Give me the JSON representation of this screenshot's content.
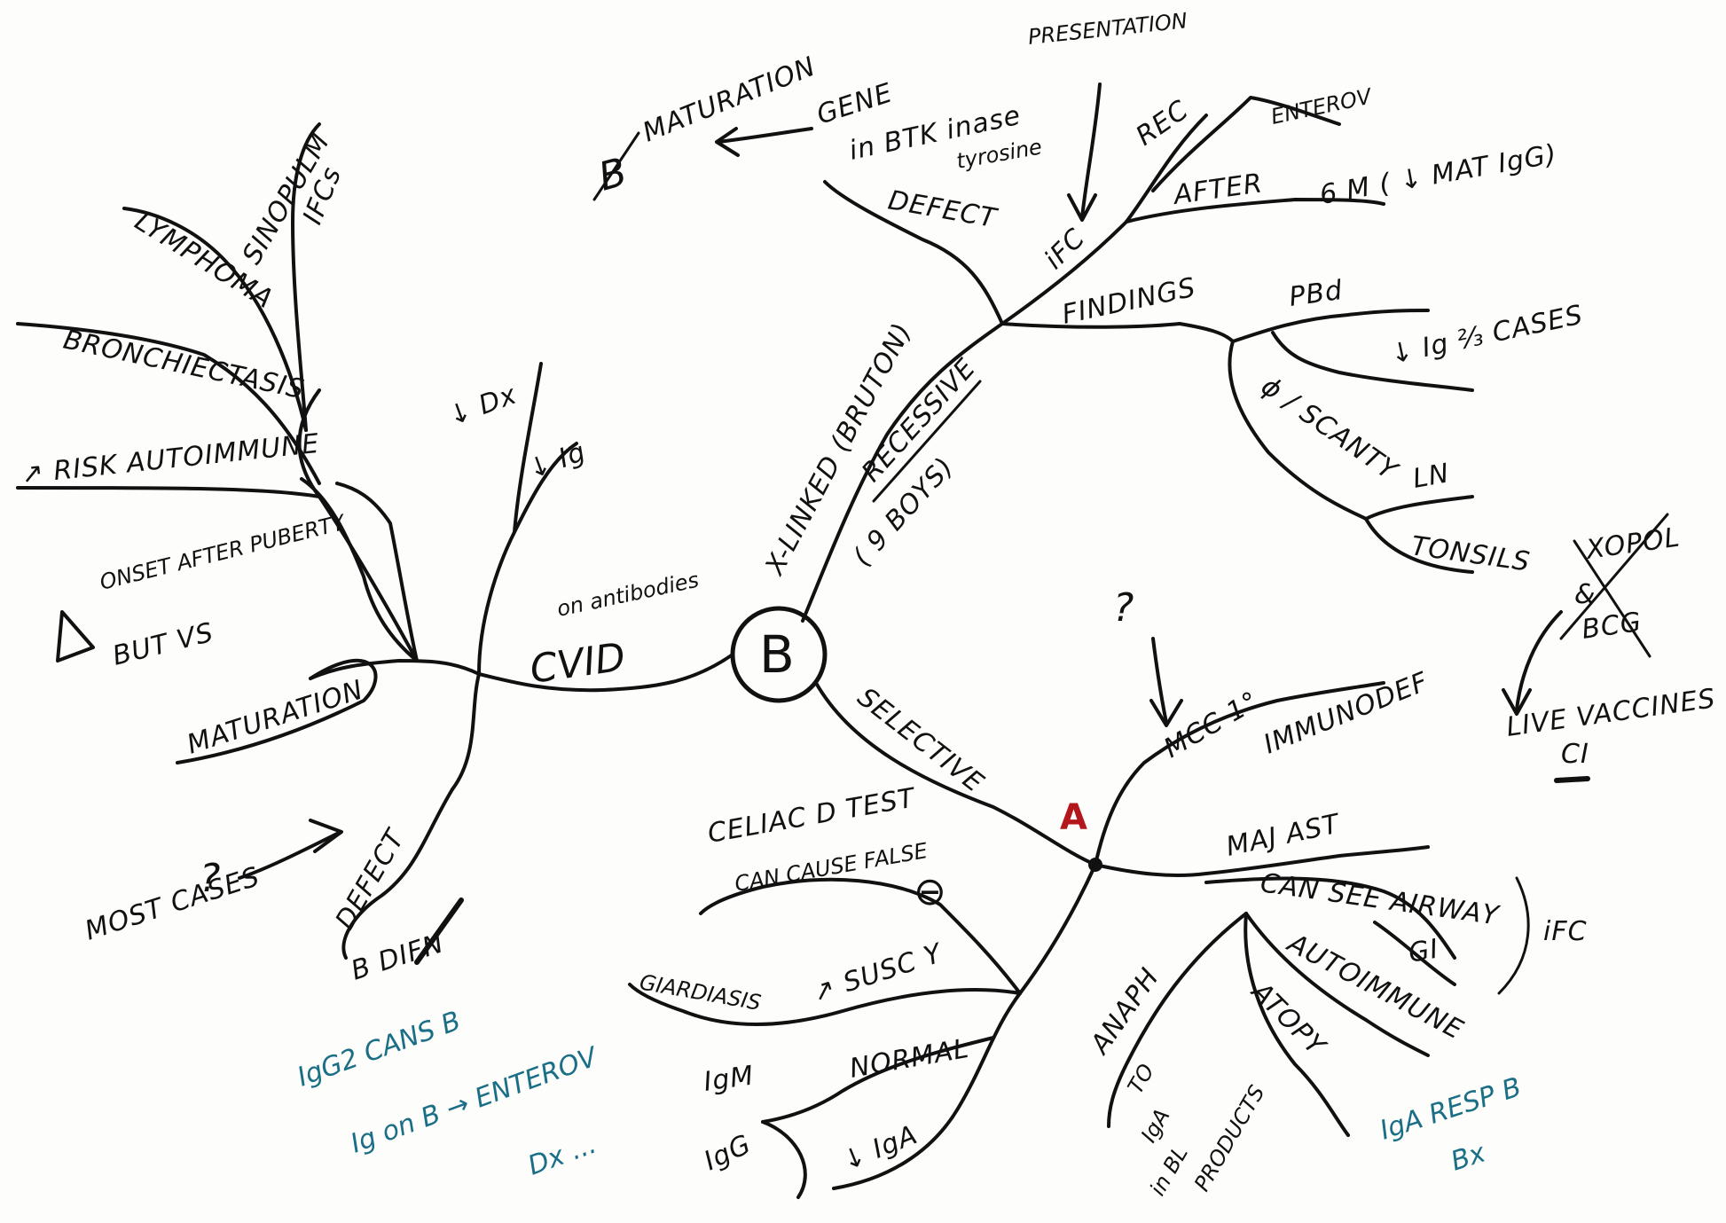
{
  "center": {
    "label": "B"
  },
  "cvid": {
    "label": "CVID",
    "sup": "on antibodies",
    "left_branches": {
      "risk_autoimmune": "↗ RISK AUTOIMMUNE",
      "bronchiectasis": "BRONCHIECTASIS",
      "lymphoma": "LYMPHOMA",
      "sinopulm": "SINOPULM",
      "ifcs": "IFCs",
      "onset": "ONSET AFTER PUBERTY",
      "but_vs": "BUT VS",
      "x_link_sym": "Δ",
      "maturation": "MATURATION",
      "dx": "↓ Dx",
      "ig": "↓ Ig",
      "defect": "DEFECT",
      "b_diff": "B DIFN",
      "most_cases": "MOST CASES",
      "qmark": "?"
    },
    "blue_note": [
      "IgG2 CANS B",
      "Ig on B → ENTEROV",
      "Dx ..."
    ]
  },
  "xlinked": {
    "label": "X-LINKED (BRUTON)",
    "recessive": "RECESSIVE",
    "boys": "( 9 BOYS)",
    "gene": "GENE",
    "btk": "in BTK inase",
    "tyrosine": "tyrosine",
    "defect": "DEFECT",
    "maturation": "MATURATION",
    "b_symbol": "B",
    "presentation": "PRESENTATION",
    "ifc": "iFC",
    "rec": "REC",
    "enterov": "ENTEROV",
    "after": "AFTER",
    "six_m": "6 M ( ↓ MAT IgG)",
    "findings": "FINDINGS",
    "pbd": "PBd",
    "ig_cases": "↓ Ig ⅔ CASES",
    "absent": "ɸ / SCANTY",
    "ln": "LN",
    "tonsils": "TONSILS",
    "xopol": "XOPOL",
    "and": "&",
    "bcg": "BCG",
    "live_vaccines": "LIVE VACCINES",
    "ci": "CI"
  },
  "selective_iga": {
    "label": "SELECTIVE",
    "letter": "A",
    "qmark": "?",
    "mcc": "MCC 1°",
    "immunodef": "IMMUNODEF",
    "maj_ast": "MAJ AST",
    "can_see": "CAN SEE AIRWAY",
    "gi": "GI",
    "ifc": "iFC",
    "autoimmune": "AUTOIMMUNE",
    "atopy": "ATOPY",
    "anaph": "ANAPH",
    "to_iga": [
      "TO",
      "IgA",
      "in BL",
      "PRODUCTS"
    ],
    "celiac_test": "CELIAC D TEST",
    "can_cause": "CAN CAUSE FALSE",
    "minus": "⊖",
    "giardiasis": "GIARDIASIS",
    "susc": "↗ SUSC Y",
    "igm": "IgM",
    "normal": "NORMAL",
    "igg": "IgG",
    "iga_low": "↓ IgA",
    "blue_note": [
      "IgA RESP B",
      "Bx"
    ]
  },
  "colors": {
    "ink": "#111111",
    "red": "#b3161b",
    "blue": "#1a6e86",
    "paper": "#fdfdfb"
  }
}
